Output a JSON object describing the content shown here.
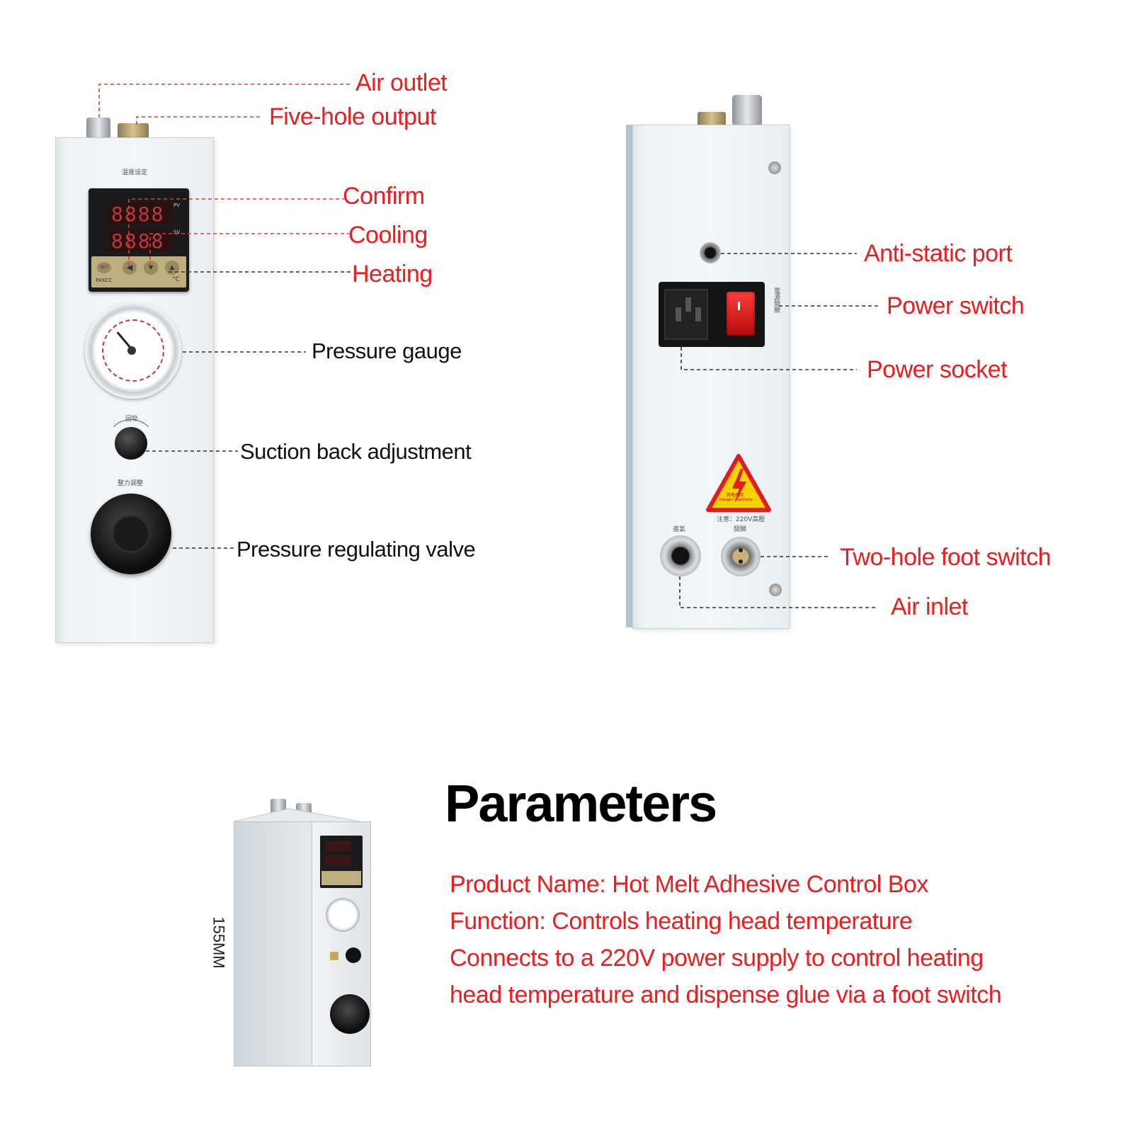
{
  "front_labels": {
    "air_outlet": "Air outlet",
    "five_hole_output": "Five-hole output",
    "confirm": "Confirm",
    "cooling": "Cooling",
    "heating": "Heating",
    "pressure_gauge": "Pressure gauge",
    "suction_back": "Suction back adjustment",
    "pressure_valve": "Pressure regulating valve"
  },
  "back_labels": {
    "anti_static": "Anti-static port",
    "power_switch": "Power switch",
    "power_socket": "Power socket",
    "foot_switch": "Two-hole foot switch",
    "air_inlet": "Air inlet"
  },
  "device_text": {
    "temp_set": "温度设定",
    "display": "8888",
    "brand": "RKKCC",
    "unit": "°C",
    "pv": "PV",
    "sv": "SV",
    "set": "SET",
    "suction": "回吸",
    "pressure_adjust": "整力调整",
    "warning_cn": "有电危险",
    "warning_en": "Danger! Electricity",
    "voltage_note": "注意：220V高壓",
    "air_in_cn": "進氣",
    "switch_cn": "開關",
    "power_cn": "電源開關"
  },
  "params": {
    "title": "Parameters",
    "dimension": "155MM",
    "lines": [
      "Product Name: Hot Melt Adhesive Control Box",
      "Function: Controls heating head temperature",
      "Connects to a 220V power supply to control heating",
      "head temperature and dispense glue via a foot switch"
    ]
  },
  "colors": {
    "label_red": "#ee1c1c",
    "label_black": "#111111",
    "panel": "#eef3f6"
  }
}
